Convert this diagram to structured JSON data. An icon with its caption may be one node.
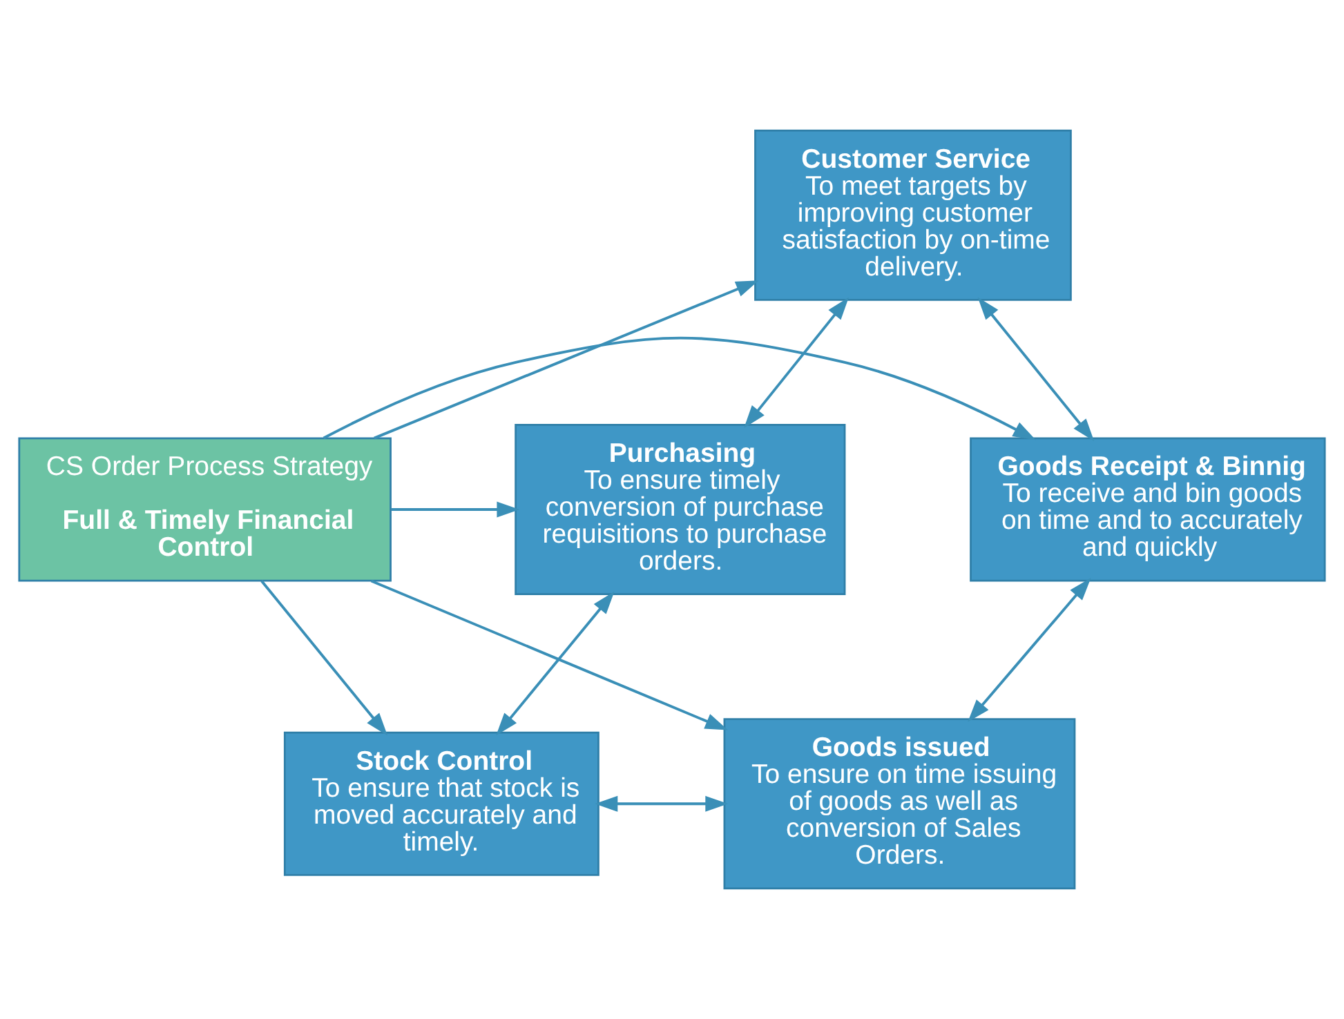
{
  "diagram": {
    "nodes": [
      {
        "text": [
          "Customer Service",
          "To meet targets by improving customer satisfaction by on-time delivery."
        ]
      },
      {
        "text": [
          "Purchasing",
          "To ensure timely conversion of purchase requisitions to purchase orders."
        ]
      },
      {
        "text": [
          "CS Order Process Strategy",
          "Full & Timely Financial Control"
        ]
      },
      {
        "text": [
          "Goods Receipt & Binnig",
          "To receive and bin goods on time and to accurately and quickly"
        ]
      },
      {
        "text": [
          "Stock Control",
          "To ensure that stock is moved accurately and timely."
        ]
      },
      {
        "text": [
          "Goods issued",
          "To ensure on time issuing of goods as well as conversion of Sales Orders."
        ]
      }
    ],
    "edges": [
      {
        "from": 2,
        "to": 0,
        "arrow": "to"
      },
      {
        "from": 2,
        "to": 1,
        "arrow": "to"
      },
      {
        "from": 2,
        "to": 3,
        "arrow": "to"
      },
      {
        "from": 2,
        "to": 4,
        "arrow": "to"
      },
      {
        "from": 2,
        "to": 5,
        "arrow": "to"
      },
      {
        "from": 0,
        "to": 1,
        "arrow": "both"
      },
      {
        "from": 0,
        "to": 3,
        "arrow": "both"
      },
      {
        "from": 1,
        "to": 4,
        "arrow": "both"
      },
      {
        "from": 3,
        "to": 5,
        "arrow": "both"
      },
      {
        "from": 4,
        "to": 5,
        "arrow": "both"
      }
    ]
  }
}
